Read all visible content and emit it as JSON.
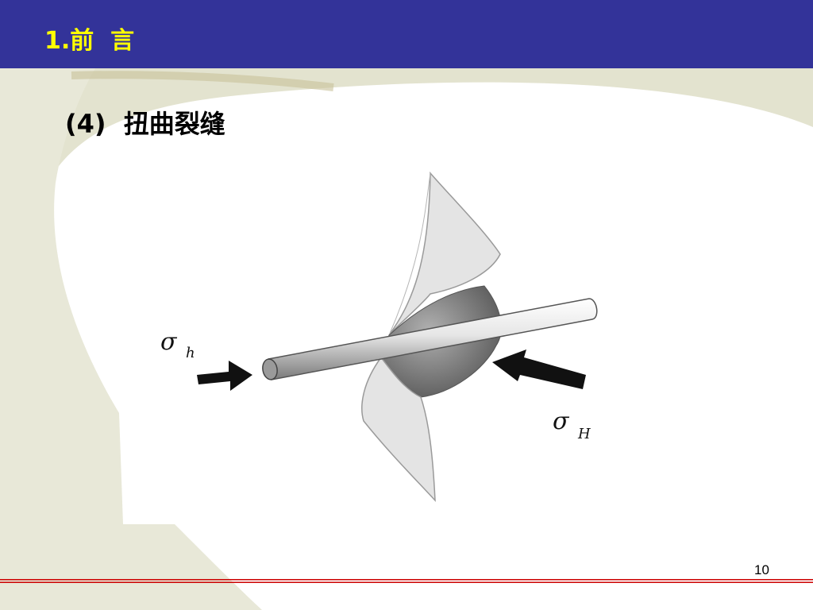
{
  "header": {
    "title": "1.前  言",
    "bar_color": "#333399",
    "title_color": "#ffff00"
  },
  "content": {
    "subheading": "(4)  扭曲裂缝"
  },
  "figure": {
    "label_left_symbol": "σ",
    "label_left_subscript": "h",
    "label_right_symbol": "σ",
    "label_right_subscript": "H"
  },
  "footer": {
    "page_number": "10",
    "rule_color": "#cc0000"
  }
}
